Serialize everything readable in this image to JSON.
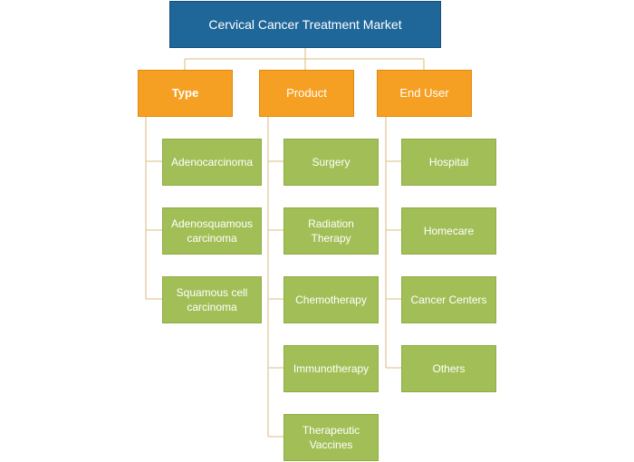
{
  "root": {
    "label": "Cervical Cancer Treatment Market"
  },
  "categories": [
    {
      "label": "Type",
      "items": [
        {
          "label": "Adenocarcinoma"
        },
        {
          "label": "Adenosquamous carcinoma"
        },
        {
          "label": "Squamous cell carcinoma"
        }
      ]
    },
    {
      "label": "Product",
      "items": [
        {
          "label": "Surgery"
        },
        {
          "label": "Radiation Therapy"
        },
        {
          "label": "Chemotherapy"
        },
        {
          "label": "Immunotherapy"
        },
        {
          "label": "Therapeutic Vaccines"
        }
      ]
    },
    {
      "label": "End User",
      "items": [
        {
          "label": "Hospital"
        },
        {
          "label": "Homecare"
        },
        {
          "label": "Cancer Centers"
        },
        {
          "label": "Others"
        }
      ]
    }
  ],
  "colors": {
    "root": "#1f6699",
    "category": "#f5a023",
    "leaf": "#a2bf57",
    "connector": "#e3ca9a"
  }
}
